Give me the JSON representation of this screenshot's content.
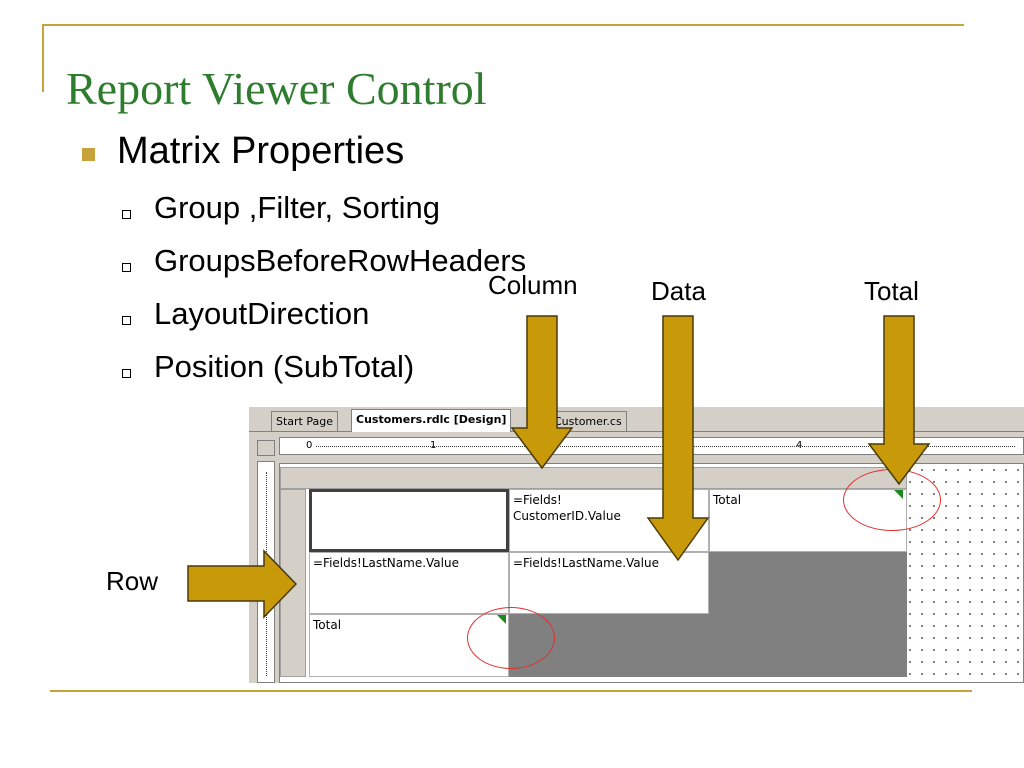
{
  "slide": {
    "title": "Report Viewer Control",
    "bullet": "Matrix Properties",
    "sub_bullets": [
      "Group ,Filter, Sorting",
      "GroupsBeforeRowHeaders",
      "LayoutDirection",
      "Position (SubTotal)"
    ]
  },
  "callouts": {
    "column": "Column",
    "data": "Data",
    "total": "Total",
    "row": "Row"
  },
  "ide": {
    "tabs": [
      "Start Page",
      "Customers.rdlc [Design]",
      "Customer.cs"
    ],
    "active_tab": "Customers.rdlc [Design]",
    "ruler_labels": [
      "0",
      "1",
      "4"
    ],
    "cells": {
      "column_header": "=Fields!\nCustomerID.Value",
      "column_total": "Total",
      "row_header": "=Fields!LastName.Value",
      "data": "=Fields!LastName.Value",
      "row_total": "Total"
    }
  },
  "colors": {
    "title": "#2e7d2e",
    "accent": "#c8a23a",
    "arrow": "#c89a0a",
    "circle": "#e03030",
    "marker": "#1a8a1a"
  }
}
